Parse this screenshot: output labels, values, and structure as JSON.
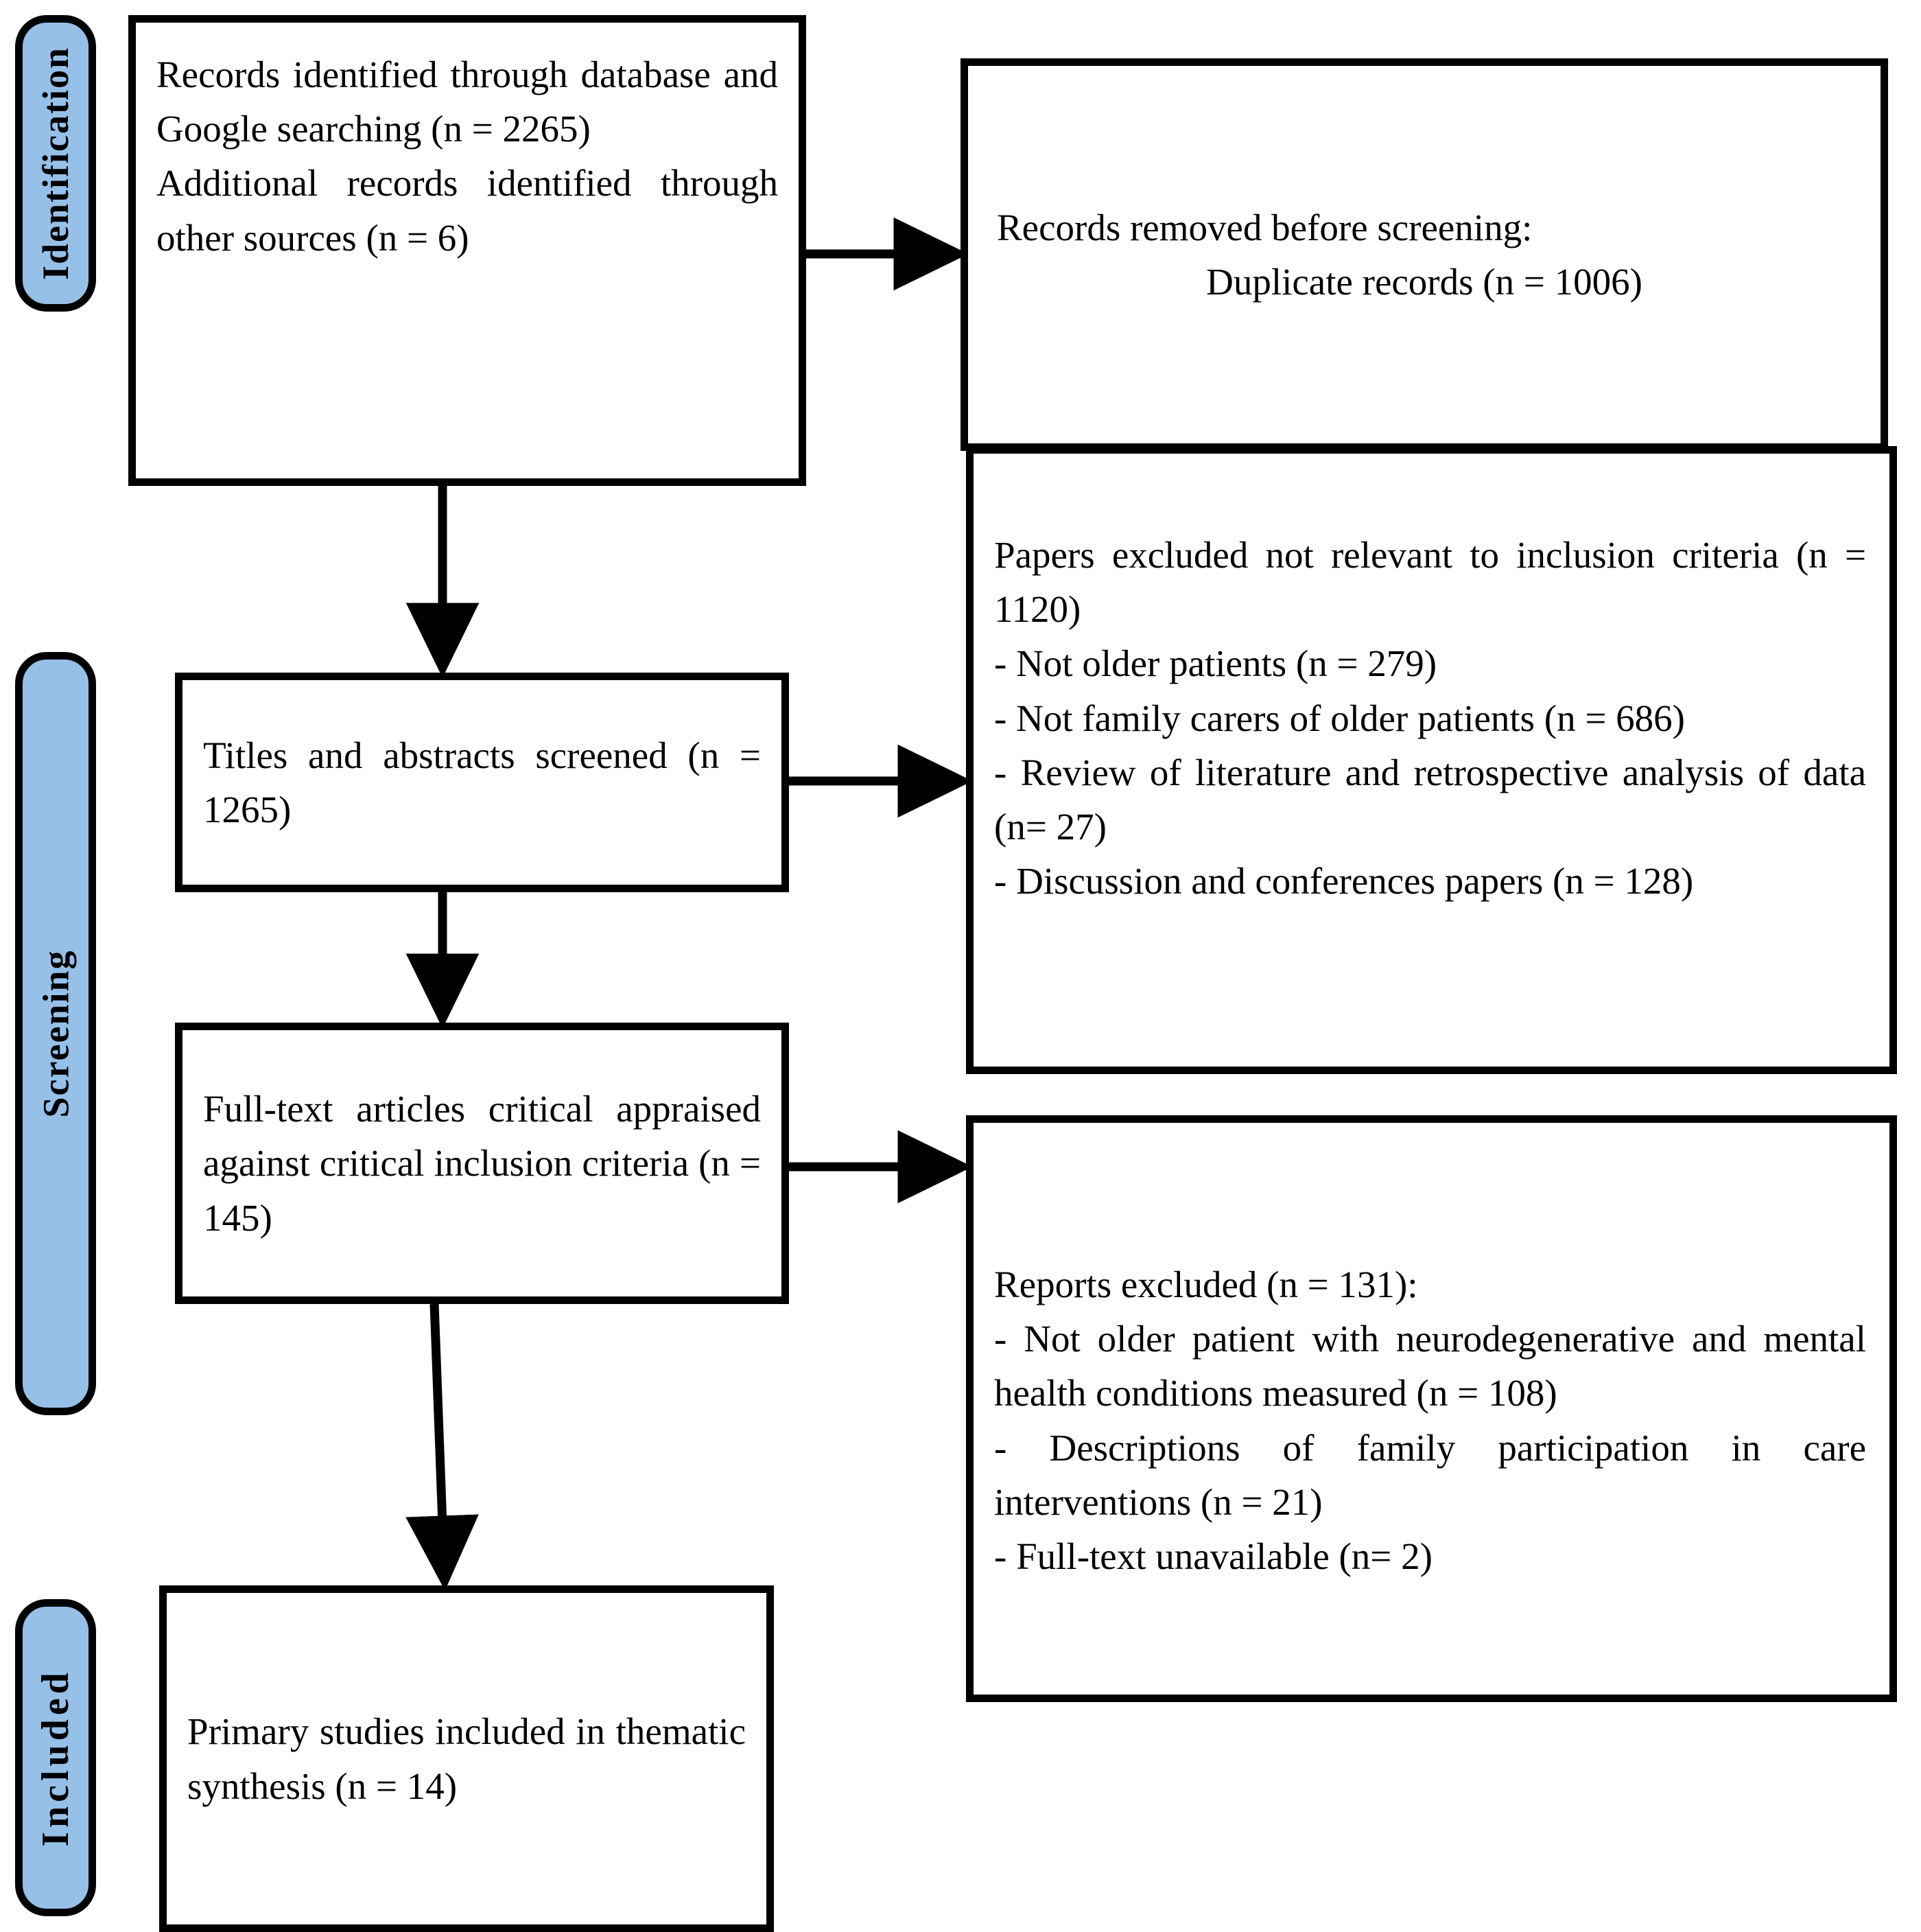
{
  "diagram": {
    "title": "PRISMA flow diagram",
    "accent_color": "#97C0E8",
    "line_color": "#000000",
    "background": "#ffffff"
  },
  "phases": [
    {
      "key": "identification",
      "label": "Identification"
    },
    {
      "key": "screening",
      "label": "Screening"
    },
    {
      "key": "included",
      "label": "Included"
    }
  ],
  "boxes": {
    "identified": {
      "line1": "Records identified through database and Google searching (n = 2265)",
      "line2": "Additional records identified through other sources (n = 6)"
    },
    "screened": {
      "line1": "Titles and abstracts screened (n = 1265)"
    },
    "fulltext": {
      "line1": "Full-text articles critical appraised against critical inclusion criteria (n = 145)"
    },
    "included_studies": {
      "line1": "Primary studies included in thematic synthesis (n = 14)"
    },
    "removed": {
      "line1": "Records removed before screening:",
      "line2": "Duplicate records (n = 1006)"
    },
    "excluded_screening": {
      "line1": "Papers excluded not relevant to inclusion criteria (n = 1120)",
      "line2": "-  Not older patients (n = 279)",
      "line3": "-  Not family carers of older patients (n = 686)",
      "line4": "-   Review of literature and retrospective analysis of data (n= 27)",
      "line5": "-  Discussion and conferences papers (n = 128)"
    },
    "excluded_reports": {
      "line1": "Reports excluded (n = 131):",
      "line2": "-   Not older patient with neurodegenerative and mental health conditions measured (n = 108)",
      "line3": "-   Descriptions of family participation in care interventions (n = 21)",
      "line4": "-  Full-text unavailable (n= 2)"
    }
  },
  "counts": {
    "records_identified_database_google": 2265,
    "records_identified_other_sources": 6,
    "duplicate_records_removed": 1006,
    "titles_abstracts_screened": 1265,
    "papers_excluded_not_relevant": 1120,
    "not_older_patients": 279,
    "not_family_carers": 686,
    "review_retrospective": 27,
    "discussion_conference_papers": 128,
    "full_text_appraised": 145,
    "reports_excluded": 131,
    "not_older_patient_neurodegenerative": 108,
    "descriptions_family_participation": 21,
    "full_text_unavailable": 2,
    "primary_studies_included": 14
  }
}
